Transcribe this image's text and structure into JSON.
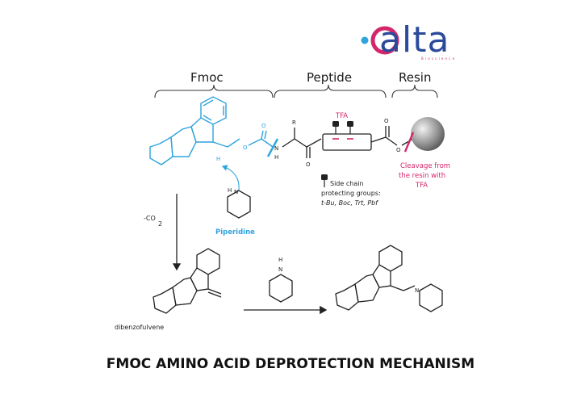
{
  "logo": {
    "wordmark": "alta",
    "subtitle": "Bioscience",
    "colors": {
      "dot": "#2ea3dd",
      "ring": "#d4266a",
      "text": "#2b4a9a"
    }
  },
  "sections": {
    "fmoc": "Fmoc",
    "peptide": "Peptide",
    "resin": "Resin"
  },
  "labels": {
    "tfa": "TFA",
    "cleavage": [
      "Cleavage from",
      "the resin with",
      "TFA"
    ],
    "side_chain": [
      "Side chain",
      "protecting groups:",
      "t-Bu, Boc, Trt, Pbf"
    ],
    "piperidine": "Piperidine",
    "co2": "-CO",
    "co2_sub": "2",
    "dibenzofulvene": "dibenzofulvene",
    "atom_R": "R",
    "atom_O": "O",
    "atom_N": "N",
    "atom_H": "H",
    "atom_NH": "NH"
  },
  "title": "FMOC AMINO ACID DEPROTECTION MECHANISM",
  "colors": {
    "fmoc_blue": "#2ea3dd",
    "accent_pink": "#d4266a",
    "ink": "#222222",
    "resin_gray": "#8a8a8a"
  }
}
